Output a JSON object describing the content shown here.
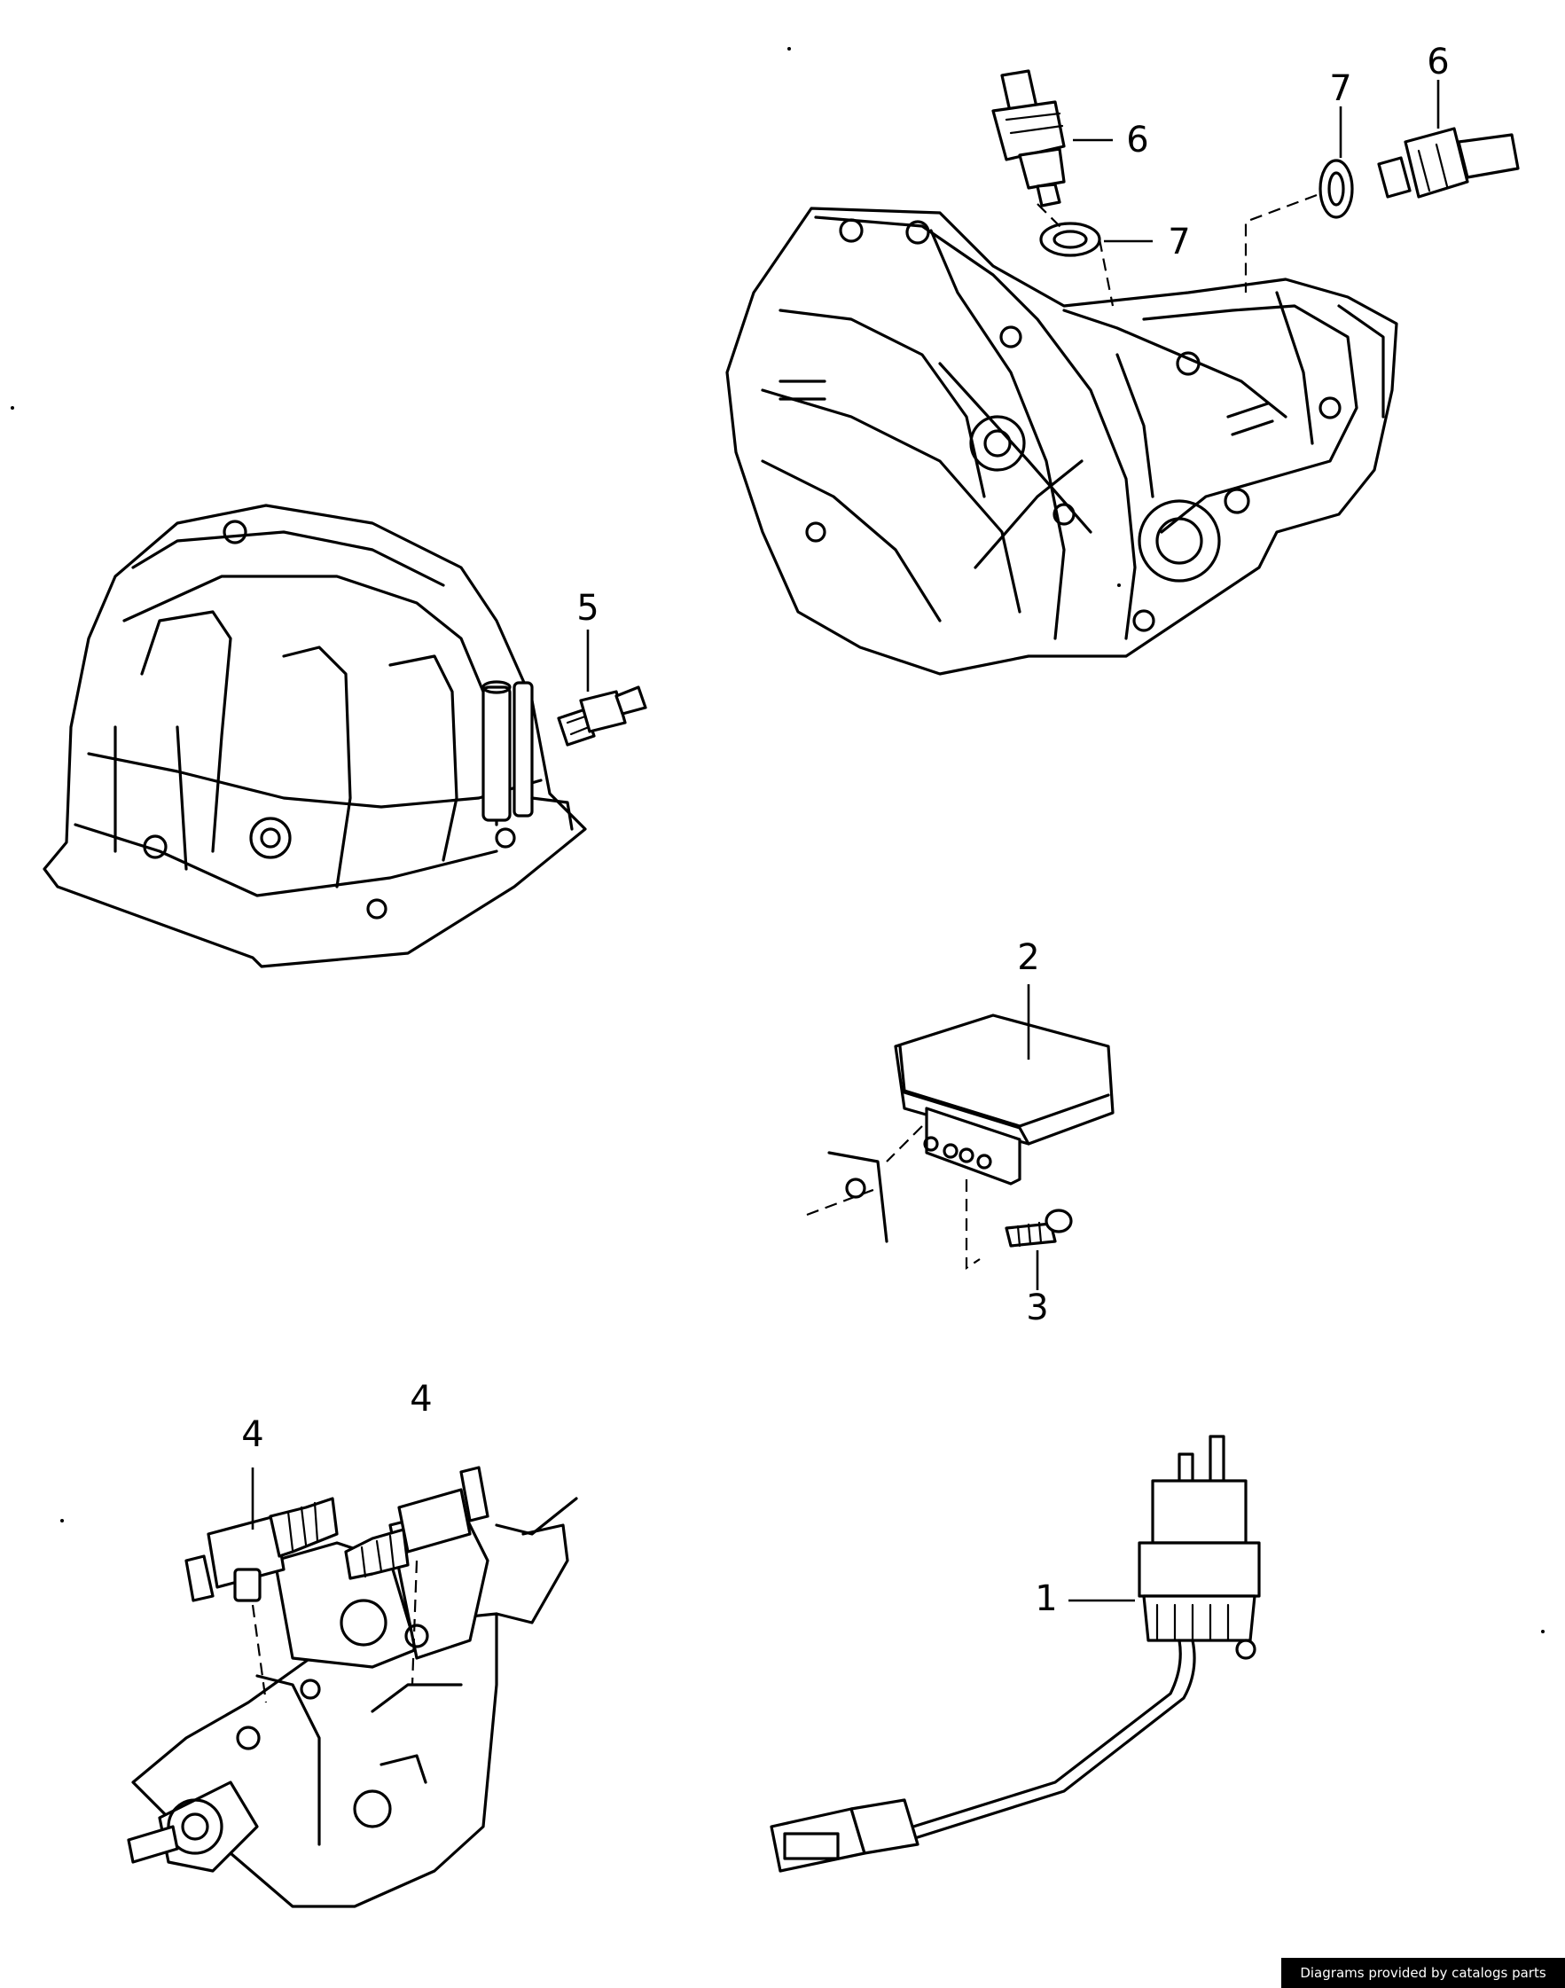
{
  "callouts": {
    "c1": "1",
    "c2": "2",
    "c3": "3",
    "c4a": "4",
    "c4b": "4",
    "c5": "5",
    "c6a": "6",
    "c6b": "6",
    "c7a": "7",
    "c7b": "7"
  },
  "credit": "Diagrams provided by catalogs parts"
}
